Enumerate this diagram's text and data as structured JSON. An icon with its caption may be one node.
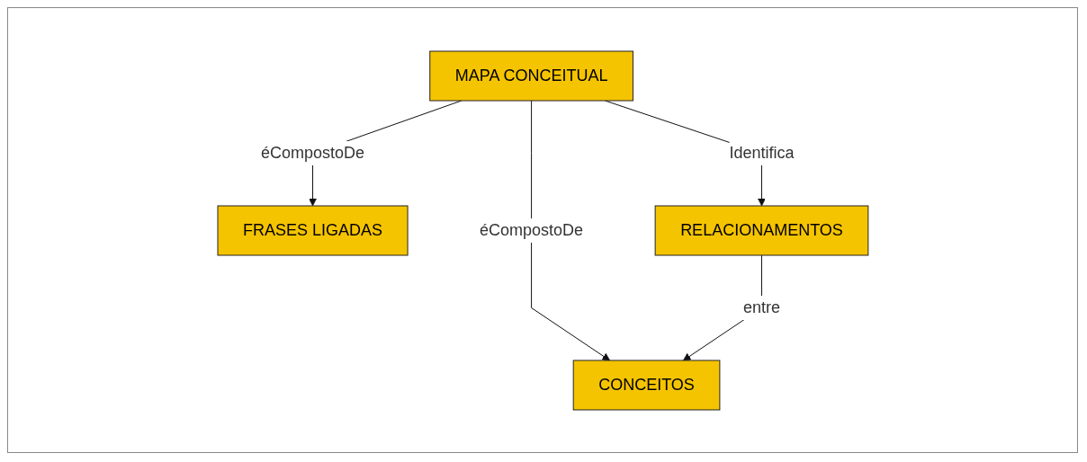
{
  "diagram": {
    "nodes": [
      {
        "text": [
          "MAPA CONCEITUAL"
        ]
      },
      {
        "text": [
          "FRASES LIGADAS"
        ]
      },
      {
        "text": [
          "RELACIONAMENTOS"
        ]
      },
      {
        "text": [
          "CONCEITOS"
        ]
      }
    ],
    "edges": [
      {
        "from": 0,
        "to": 1,
        "arrow": "to",
        "label": "éCompostoDe"
      },
      {
        "from": 0,
        "to": 3,
        "arrow": "to",
        "label": "éCompostoDe"
      },
      {
        "from": 0,
        "to": 2,
        "arrow": "to",
        "label": "Identifica"
      },
      {
        "from": 2,
        "to": 3,
        "arrow": "to",
        "label": "entre"
      }
    ]
  }
}
